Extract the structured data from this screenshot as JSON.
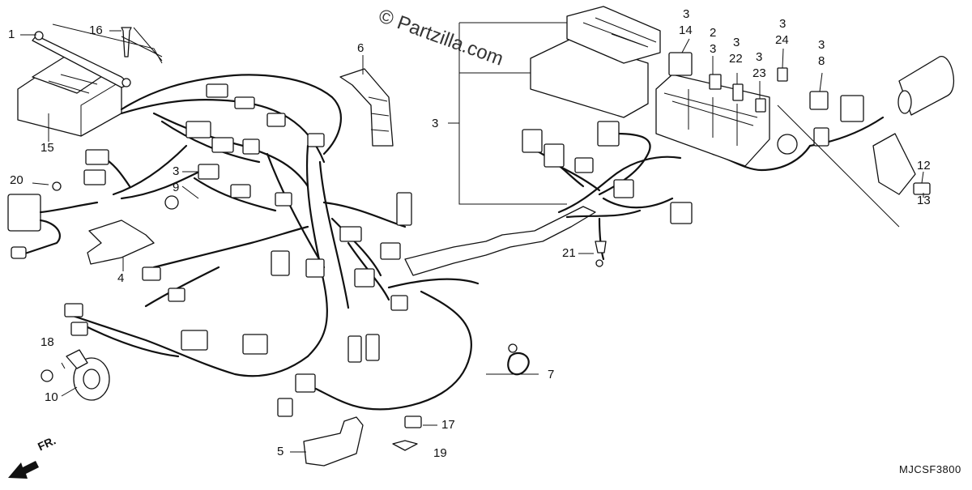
{
  "watermark": "© Partzilla.com",
  "diagram_code": "MJCSF3800",
  "direction_label": "FR.",
  "callouts": {
    "c1": "1",
    "c16": "16",
    "c15": "15",
    "c20": "20",
    "c3a": "3",
    "c9": "9",
    "c4": "4",
    "c6": "6",
    "c3b": "3",
    "c18": "18",
    "c10": "10",
    "c5": "5",
    "c19": "19",
    "c17": "17",
    "c7": "7",
    "c21": "21",
    "c3_14": "3",
    "c14": "14",
    "c2": "2",
    "c3_2": "3",
    "c3_22": "3",
    "c22": "22",
    "c3_23": "3",
    "c23": "23",
    "c3_24": "3",
    "c24": "24",
    "c3_8": "3",
    "c8": "8",
    "c12": "12",
    "c13": "13"
  },
  "icons": {
    "arrow": "front-direction-arrow-icon"
  }
}
